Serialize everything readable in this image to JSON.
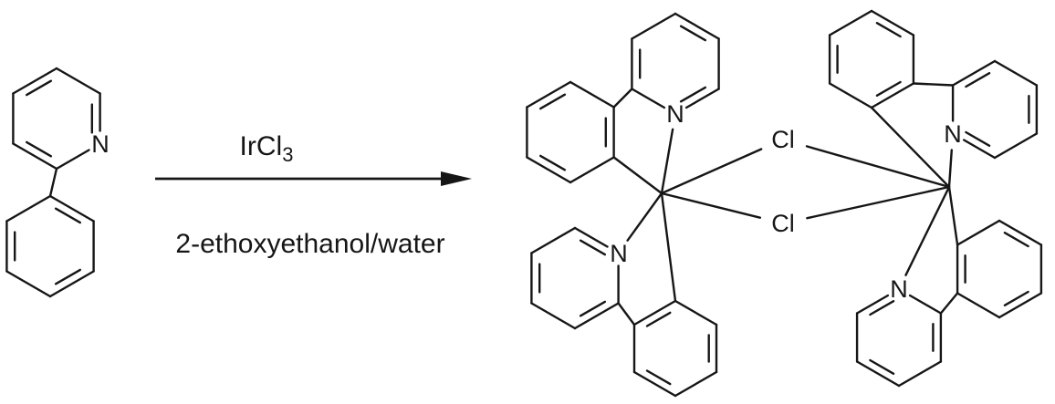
{
  "reaction": {
    "reagent_line": {
      "base": "IrCl",
      "subscript": "3"
    },
    "conditions_line": "2-ethoxyethanol/water"
  },
  "atom_labels": {
    "nitrogen": "N",
    "chlorine": "Cl"
  }
}
